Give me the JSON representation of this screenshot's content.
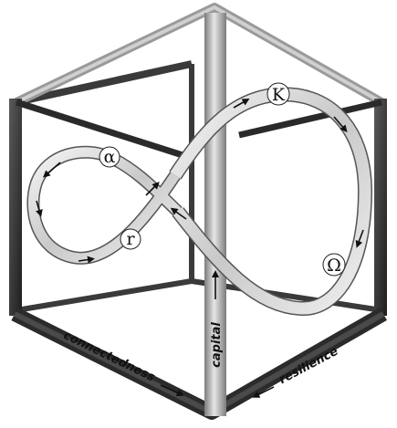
{
  "diagram": {
    "phases": {
      "alpha": "α",
      "r": "r",
      "k": "K",
      "omega": "Ω"
    },
    "axes": {
      "capital": "capital",
      "connectedness": "connectedness",
      "resilience": "resilience"
    }
  }
}
